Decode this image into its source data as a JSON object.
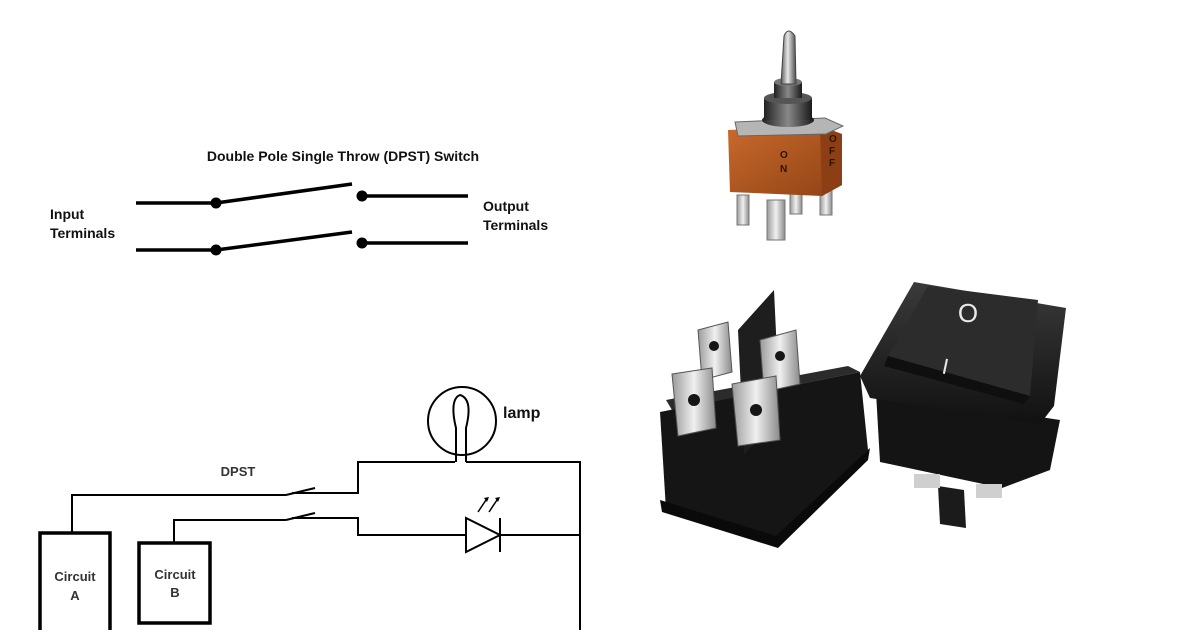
{
  "dpst_schematic": {
    "title": "Double Pole Single Throw (DPST) Switch",
    "input_label_line1": "Input",
    "input_label_line2": "Terminals",
    "output_label_line1": "Output",
    "output_label_line2": "Terminals"
  },
  "circuit_diagram": {
    "switch_label": "DPST",
    "lamp_label": "lamp",
    "circuit_a_line1": "Circuit",
    "circuit_a_line2": "A",
    "circuit_b_line1": "Circuit",
    "circuit_b_line2": "B"
  },
  "toggle_switch": {
    "marking_on_1": "O",
    "marking_on_2": "N",
    "marking_off_1": "O",
    "marking_off_2": "F",
    "marking_off_3": "F",
    "body_color": "#b2571f",
    "lever_color": "#9a9a9a"
  },
  "rocker_switch": {
    "off_symbol": "O",
    "on_symbol": "I",
    "body_color": "#1c1c1c"
  }
}
